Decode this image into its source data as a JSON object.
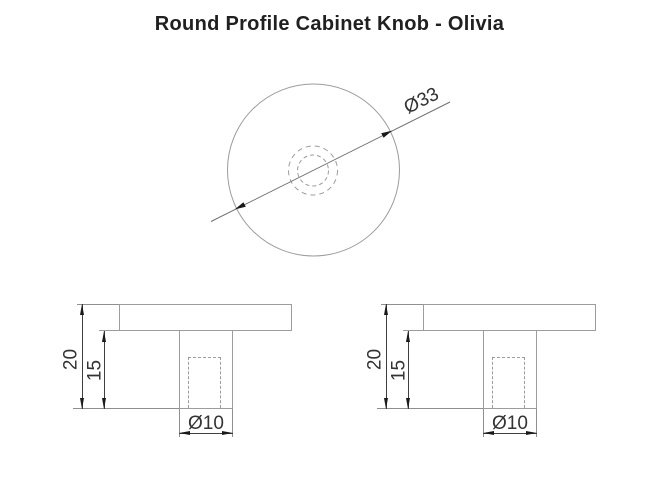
{
  "title": "Round Profile Cabinet Knob - Olivia",
  "colors": {
    "background": "#ffffff",
    "object_line": "#9c9c9c",
    "dimension_line": "#3f3f3f",
    "arrow": "#1a1a1a",
    "dimension_text": "#333333",
    "title_text": "#202020"
  },
  "top_view": {
    "diameter_label": "Ø33"
  },
  "side_views": [
    {
      "overall_height_label": "20",
      "stem_height_label": "15",
      "stem_diameter_label": "Ø10"
    },
    {
      "overall_height_label": "20",
      "stem_height_label": "15",
      "stem_diameter_label": "Ø10"
    }
  ]
}
